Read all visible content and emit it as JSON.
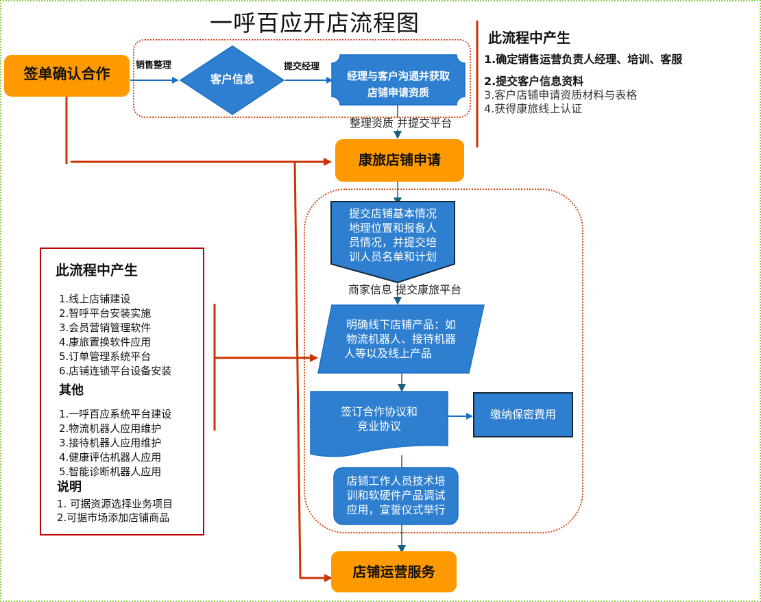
{
  "title": "一呼百应开店流程图",
  "colors": {
    "orange": "#ff9900",
    "blue_fill": "#2e7fd0",
    "blue_stroke": "#1a6fc8",
    "dark_stroke": "#15283a",
    "red_line": "#cc3300",
    "red_box": "#c00000",
    "dotted_border": "#d0461b",
    "frame": "#8cc84b",
    "connector": "#1a6080"
  },
  "nodes": {
    "sign_confirm": "签单确认合作",
    "customer_info": "客户信息",
    "manager_comm": [
      "经理与客户沟通并获取",
      "店铺申请资质"
    ],
    "kanglv_apply": "康旅店铺申请",
    "submit_basic": [
      "提交店铺基本情况",
      "地理位置和报备人",
      "员情况，并提交培",
      "训人员名单和计划"
    ],
    "define_products": [
      "明确线下店铺产品：如",
      "物流机器人、接待机器",
      "人等以及线上产品"
    ],
    "sign_agreement": [
      "签订合作协议和",
      "竞业协议"
    ],
    "pay_fee": "缴纳保密费用",
    "training": [
      "店铺工作人员技术培",
      "训和软硬件产品调试",
      "应用，宣誓仪式举行"
    ],
    "store_ops": "店铺运营服务"
  },
  "edge_labels": {
    "sales_organize": "销售整理",
    "submit_manager": "提交经理",
    "organize_submit": "整理资质 并提交平台",
    "merchant_submit": "商家信息 提交康旅平台"
  },
  "right_panel": {
    "heading": "此流程中产生",
    "items": [
      "1.确定销售运营负责人经理、培训、客服",
      "2.提交客户信息资料",
      "3.客户店铺申请资质材料与表格",
      "4.获得康旅线上认证"
    ]
  },
  "left_panel": {
    "heading": "此流程中产生",
    "items": [
      "1.线上店铺建设",
      "2.智呼平台安装实施",
      "3.会员营销管理软件",
      "4.康旅置换软件应用",
      "5.订单管理系统平台",
      "6.店铺连锁平台设备安装"
    ],
    "other_heading": "其他",
    "other_items": [
      "1.一呼百应系统平台建设",
      "2.物流机器人应用维护",
      "3.接待机器人应用维护",
      "4.健康评估机器人应用",
      "5.智能诊断机器人应用"
    ],
    "note_heading": "说明",
    "note_items": [
      "1. 可据资源选择业务项目",
      "2.可据市场添加店铺商品"
    ]
  }
}
